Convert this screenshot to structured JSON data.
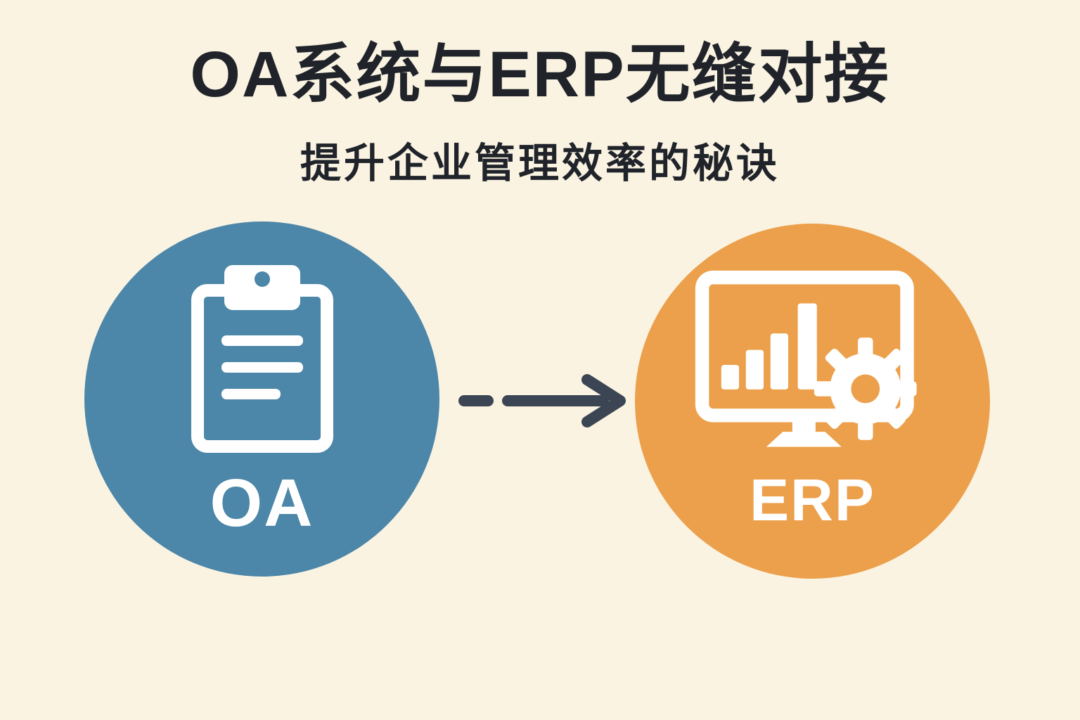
{
  "theme": {
    "bg": "#faf3e2",
    "blue": "#4c86a8",
    "orange": "#eca04b",
    "text": "#20242a",
    "arrow": "#3b4553",
    "white": "#ffffff"
  },
  "header": {
    "title": "OA系统与ERP无缝对接",
    "subtitle": "提升企业管理效率的秘诀"
  },
  "diagram": {
    "source": {
      "label": "OA",
      "icon": "clipboard-icon"
    },
    "connector": {
      "icon": "arrow-right-icon",
      "direction": "left-to-right"
    },
    "target": {
      "label": "ERP",
      "icon": "monitor-chart-gear-icon"
    }
  }
}
